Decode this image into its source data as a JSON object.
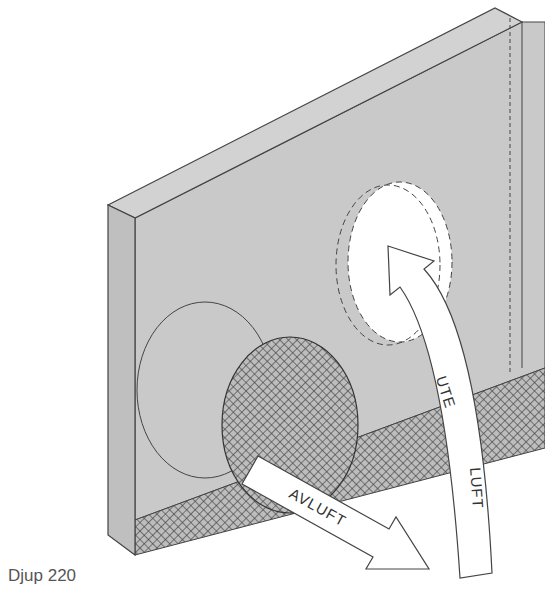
{
  "diagram": {
    "caption": "Djup 220",
    "labels": [
      "AVLUFT",
      "UTE",
      "LUFT"
    ]
  }
}
